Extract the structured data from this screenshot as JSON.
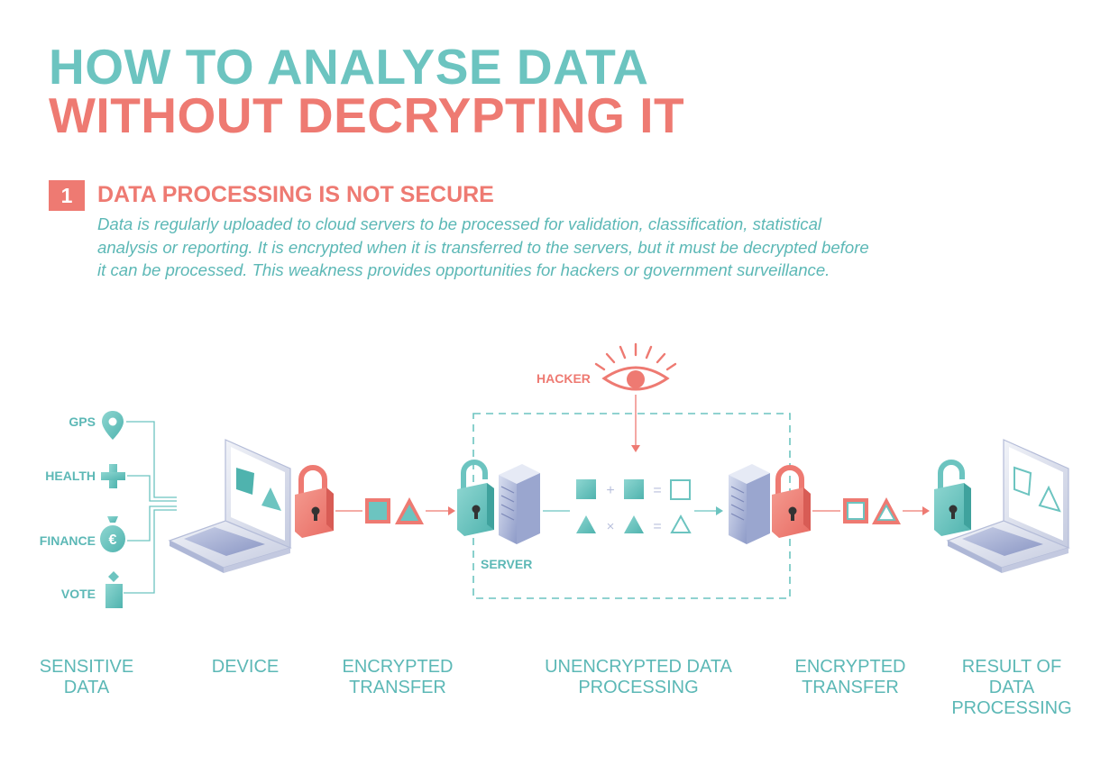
{
  "title": {
    "line1": "HOW TO ANALYSE DATA",
    "line2": "WITHOUT DECRYPTING IT"
  },
  "step": {
    "number": "1",
    "heading": "DATA PROCESSING IS NOT SECURE",
    "description": "Data is regularly uploaded to cloud servers to be processed for validation, classification, statistical analysis or reporting. It is encrypted when it is transferred to the servers, but it must be decrypted before it can be processed. This weakness provides opportunities for hackers or government surveillance."
  },
  "inputs": {
    "gps": "GPS",
    "health": "HEALTH",
    "finance": "FINANCE",
    "vote": "VOTE"
  },
  "labels": {
    "hacker": "HACKER",
    "server": "SERVER"
  },
  "operators": {
    "plus": "+",
    "equals": "=",
    "times": "×",
    "euro": "€"
  },
  "stages": {
    "sensitive_data": "SENSITIVE\nDATA",
    "device": "DEVICE",
    "encrypted_transfer_1": "ENCRYPTED\nTRANSFER",
    "unencrypted_processing": "UNENCRYPTED DATA\nPROCESSING",
    "encrypted_transfer_2": "ENCRYPTED\nTRANSFER",
    "result": "RESULT OF DATA\nPROCESSING"
  },
  "colors": {
    "teal": "#6cc4c0",
    "coral": "#ee7a72",
    "server_blue": "#aab4d8"
  }
}
